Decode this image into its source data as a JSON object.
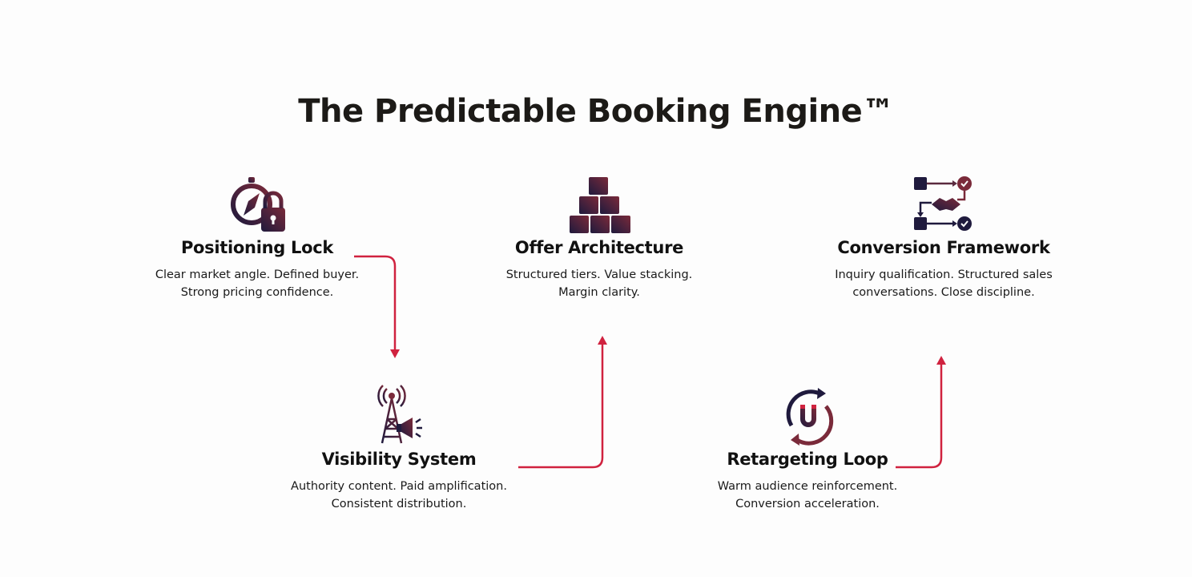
{
  "title": "The Predictable Booking Engine™",
  "colors": {
    "accent": "#d0223f",
    "icon_dark": "#1f1a3d",
    "icon_maroon": "#7a2a3a"
  },
  "steps": [
    {
      "icon": "compass-lock-icon",
      "heading": "Positioning Lock",
      "desc": "Clear market angle. Defined buyer. Strong pricing confidence."
    },
    {
      "icon": "broadcast-tower-megaphone-icon",
      "heading": "Visibility System",
      "desc": "Authority content. Paid amplification. Consistent distribution."
    },
    {
      "icon": "stacked-blocks-icon",
      "heading": "Offer Architecture",
      "desc": "Structured tiers. Value stacking. Margin clarity."
    },
    {
      "icon": "magnet-loop-icon",
      "heading": "Retargeting Loop",
      "desc": "Warm audience reinforcement. Conversion acceleration."
    },
    {
      "icon": "handshake-flow-icon",
      "heading": "Conversion Framework",
      "desc": "Inquiry qualification. Structured sales conversations. Close discipline."
    }
  ]
}
